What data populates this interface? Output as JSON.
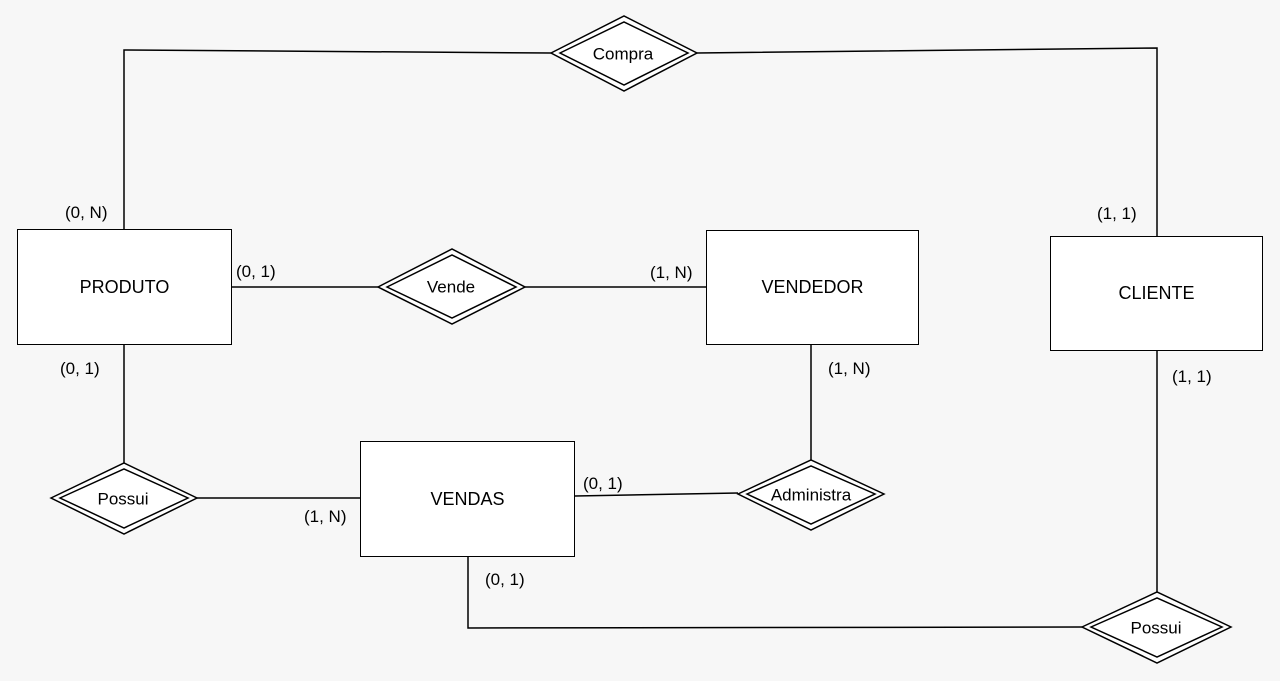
{
  "entities": {
    "produto": "PRODUTO",
    "vendedor": "VENDEDOR",
    "cliente": "CLIENTE",
    "vendas": "VENDAS"
  },
  "relationships": {
    "compra": "Compra",
    "vende": "Vende",
    "possui_left": "Possui",
    "administra": "Administra",
    "possui_right": "Possui"
  },
  "cardinalities": {
    "produto_compra": "(0, N)",
    "cliente_compra": "(1, 1)",
    "produto_vende": "(0, 1)",
    "vendedor_vende": "(1, N)",
    "produto_possui": "(0, 1)",
    "vendedor_administra": "(1, N)",
    "cliente_possui": "(1, 1)",
    "vendas_possui_left": "(1, N)",
    "vendas_administra": "(0, 1)",
    "vendas_possui_right": "(0, 1)"
  },
  "colors": {
    "background": "#f7f7f7",
    "stroke": "#000000",
    "fill": "#ffffff"
  }
}
